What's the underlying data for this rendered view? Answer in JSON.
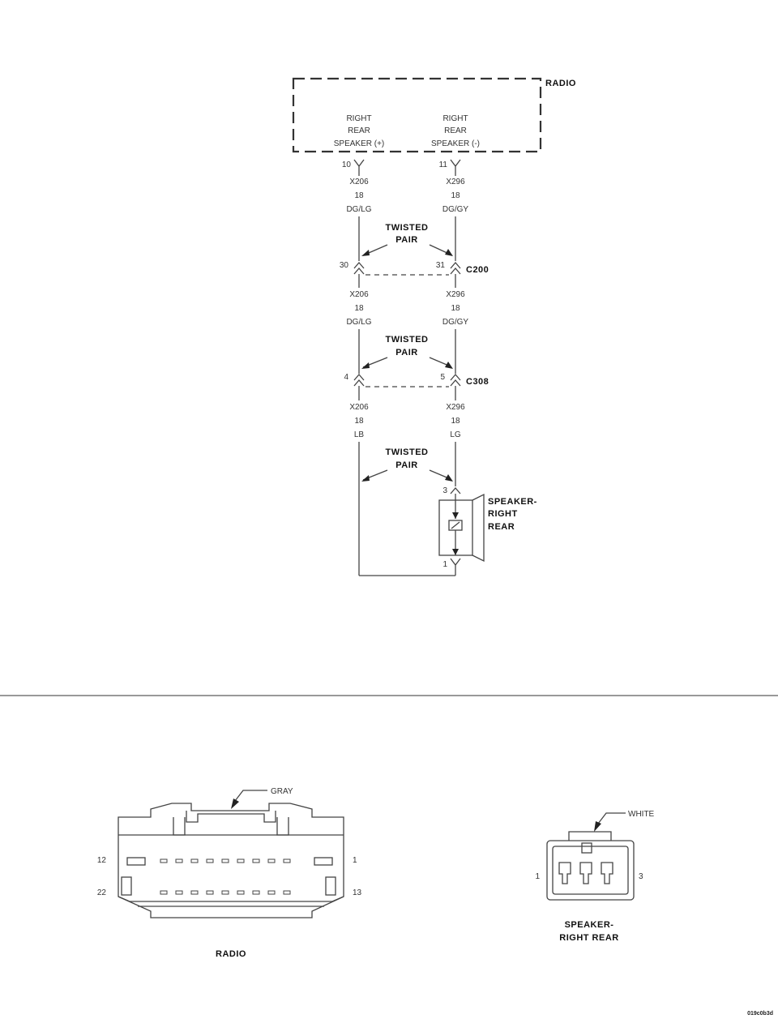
{
  "radio": {
    "label": "RADIO",
    "pin_left": {
      "line1": "RIGHT",
      "line2": "REAR",
      "line3": "SPEAKER (+)"
    },
    "pin_right": {
      "line1": "RIGHT",
      "line2": "REAR",
      "line3": "SPEAKER (-)"
    },
    "cavity_left": "10",
    "cavity_right": "11"
  },
  "wires": {
    "seg1": {
      "left": [
        "X206",
        "18",
        "DG/LG"
      ],
      "right": [
        "X296",
        "18",
        "DG/GY"
      ]
    },
    "seg2": {
      "left": [
        "X206",
        "18",
        "DG/LG"
      ],
      "right": [
        "X296",
        "18",
        "DG/GY"
      ]
    },
    "seg3": {
      "left": [
        "X206",
        "18",
        "LB"
      ],
      "right": [
        "X296",
        "18",
        "LG"
      ]
    }
  },
  "twisted_pair": {
    "line1": "TWISTED",
    "line2": "PAIR"
  },
  "c200": {
    "label": "C200",
    "pin_left": "30",
    "pin_right": "31"
  },
  "c308": {
    "label": "C308",
    "pin_left": "4",
    "pin_right": "5"
  },
  "speaker": {
    "line1": "SPEAKER-",
    "line2": "RIGHT",
    "line3": "REAR",
    "pin_top": "3",
    "pin_bottom": "1"
  },
  "connectors": {
    "radio": {
      "color": "GRAY",
      "name": "RADIO",
      "pin_tl": "12",
      "pin_tr": "1",
      "pin_bl": "22",
      "pin_br": "13"
    },
    "speaker": {
      "color": "WHITE",
      "name_line1": "SPEAKER-",
      "name_line2": "RIGHT REAR",
      "pin_left": "1",
      "pin_right": "3"
    }
  },
  "figure_id": "019c0b3d"
}
